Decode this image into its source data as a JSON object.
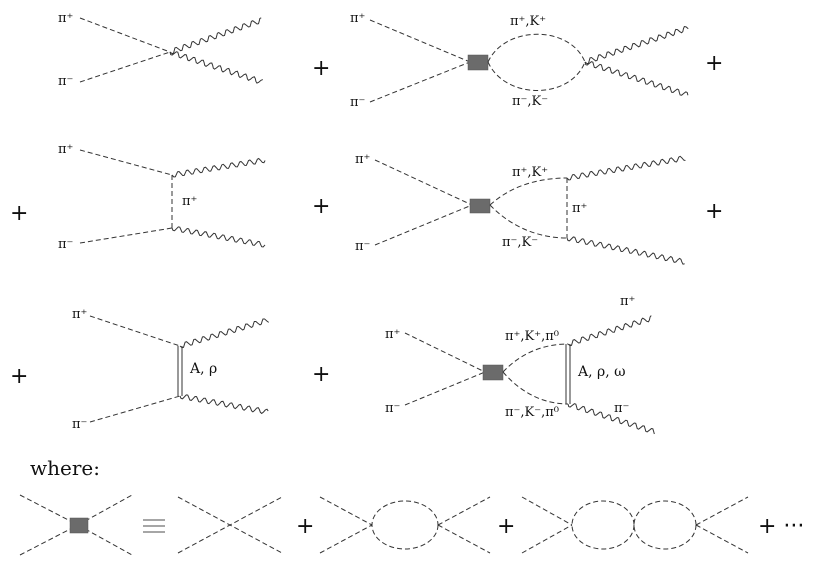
{
  "labels": {
    "pi_plus": "π⁺",
    "pi_minus": "π⁻",
    "pi_plus_k_plus": "π⁺,K⁺",
    "pi_minus_k_minus": "π⁻,K⁻",
    "pi_plus_exchange": "π⁺",
    "a_rho": "A, ρ",
    "pi_plus_k_plus_pi0": "π⁺,K⁺,π⁰",
    "pi_minus_k_minus_pi0": "π⁻,K⁻,π⁰",
    "a_rho_omega": "A, ρ, ω"
  },
  "operators": {
    "plus": "+",
    "equiv": "≡",
    "ellipsis": "+ ···"
  },
  "where_label": "where:"
}
